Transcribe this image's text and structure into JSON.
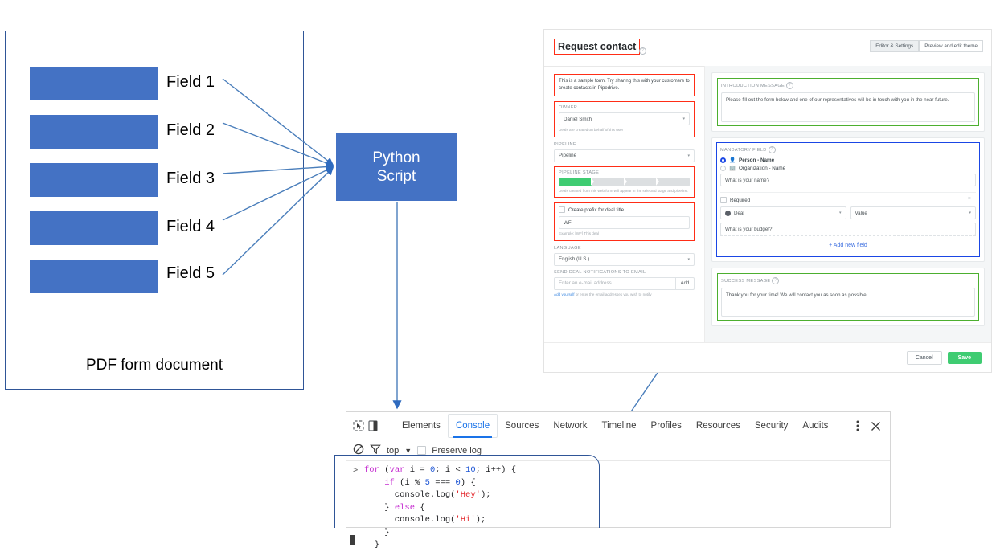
{
  "pdf_document": {
    "caption": "PDF form document",
    "fields": [
      {
        "label": "Field 1"
      },
      {
        "label": "Field 2"
      },
      {
        "label": "Field 3"
      },
      {
        "label": "Field 4"
      },
      {
        "label": "Field 5"
      }
    ],
    "accent_color": "#4472c4",
    "border_color": "#2f5597"
  },
  "python_node": {
    "line1": "Python",
    "line2": "Script",
    "fill": "#4472c4"
  },
  "pipedrive": {
    "title": "Request contact",
    "header_buttons": [
      {
        "label": "Editor & Settings",
        "active": true
      },
      {
        "label": "Preview and edit theme",
        "active": false
      }
    ],
    "left": {
      "intro_note": "This is a sample form. Try sharing this with your customers to create contacts in Pipedrive.",
      "owner_label": "OWNER",
      "owner_value": "Daniel Smith",
      "owner_hint": "Deals are created on behalf of this user",
      "pipeline_label": "PIPELINE",
      "pipeline_value": "Pipeline",
      "stage_label": "PIPELINE STAGE",
      "stage_hint": "Deals created from this web form will appear in the selected stage and pipeline.",
      "prefix_checkbox_label": "Create prefix for deal title",
      "prefix_value": "WF",
      "prefix_hint": "Example: [WF] This deal",
      "language_label": "LANGUAGE",
      "language_value": "English (U.S.)",
      "notify_label": "SEND DEAL NOTIFICATIONS TO EMAIL",
      "email_placeholder": "Enter an e-mail address",
      "add_button": "Add",
      "notify_link": "Add yourself",
      "notify_hint_rest": " or enter the email addresses you wish to notify"
    },
    "right": {
      "intro_section_label": "INTRODUCTION MESSAGE",
      "intro_message": "Please fill out the form below and one of our representatives will be in touch with you in the near future.",
      "mandatory_label": "MANDATORY FIELD",
      "option_person": "Person - Name",
      "option_organization": "Organization - Name",
      "name_question": "What is your name?",
      "required_label": "Required",
      "deal_select": "Deal",
      "value_select": "Value",
      "budget_question": "What is your budget?",
      "add_new_field": "+ Add new field",
      "success_section_label": "SUCCESS MESSAGE",
      "success_message": "Thank you for your time! We will contact you as soon as possible."
    },
    "footer": {
      "cancel": "Cancel",
      "save": "Save"
    },
    "colors": {
      "highlight_red": "#ff2d16",
      "highlight_green": "#4caf2f",
      "highlight_blue": "#1a46e5",
      "save_green": "#3fcc72"
    }
  },
  "devtools": {
    "tabs": [
      {
        "label": "Elements",
        "selected": false
      },
      {
        "label": "Console",
        "selected": true
      },
      {
        "label": "Sources",
        "selected": false
      },
      {
        "label": "Network",
        "selected": false
      },
      {
        "label": "Timeline",
        "selected": false
      },
      {
        "label": "Profiles",
        "selected": false
      },
      {
        "label": "Resources",
        "selected": false
      },
      {
        "label": "Security",
        "selected": false
      },
      {
        "label": "Audits",
        "selected": false
      }
    ],
    "filterbar": {
      "context": "top",
      "preserve_log": "Preserve log"
    },
    "console": {
      "prompt": ">",
      "lines": [
        "for (var i = 0; i < 10; i++) {",
        "  if (i % 5 === 0) {",
        "    console.log('Hey');",
        "  } else {",
        "    console.log('Hi');",
        "  }",
        "}"
      ]
    },
    "colors": {
      "keyword": "#c52dd0",
      "number": "#1c54d4",
      "string": "#e3262b",
      "tab_selected": "#1a73e8"
    }
  }
}
